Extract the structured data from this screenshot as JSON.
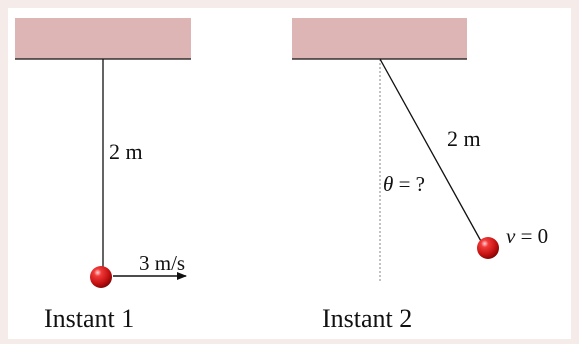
{
  "colors": {
    "frame": "#f5ebe9",
    "panel": "#ffffff",
    "ceiling": "#deb5b5",
    "line": "#111111",
    "dashed": "#9a9a9a",
    "ball": "#cc1111"
  },
  "instant_1": {
    "length_label": "2 m",
    "velocity_label": "3 m/s",
    "caption": "Instant 1"
  },
  "instant_2": {
    "length_label": "2 m",
    "theta_symbol": "θ",
    "theta_value": " = ?",
    "v_symbol": "v",
    "v_value": " = 0",
    "caption": "Instant 2"
  }
}
